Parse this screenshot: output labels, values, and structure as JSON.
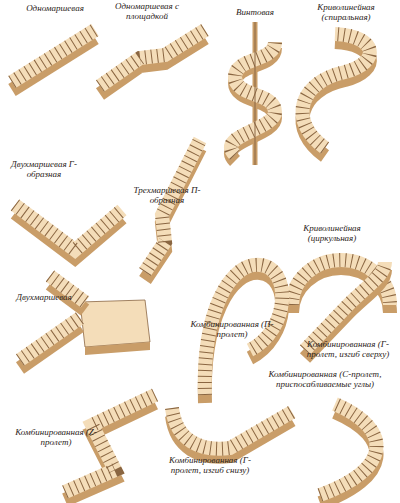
{
  "diagram": {
    "labels": [
      "Одномаршевая",
      "Одномаршевая с площадкой",
      "Винтовая",
      "Криволинейная (спиральная)",
      "Двухмаршевая Г-образная",
      "Трехмаршевая П-образная",
      "Криволинейная (циркульная)",
      "Двухмаршевая",
      "Комбинированная (П-пролет)",
      "Комбинированная (Г-пролет, изгиб сверху)",
      "Комбинированная (С-пролет, приспосабливаемые углы)",
      "Комбинированная (Z-пролет)",
      "Комбинированная (Г-пролет, изгиб снизу)"
    ]
  }
}
